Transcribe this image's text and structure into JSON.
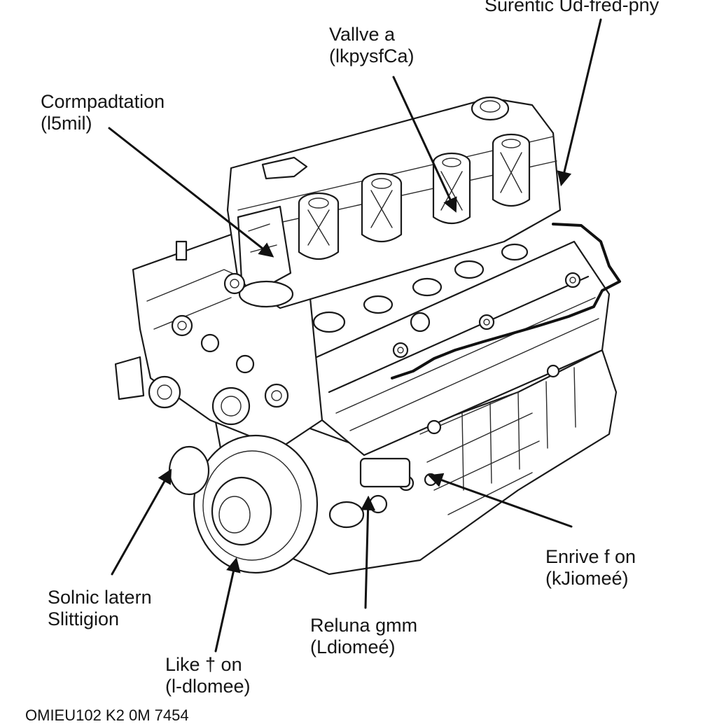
{
  "labels": {
    "top_right": {
      "line1": "Surentic Ud-fred-pny"
    },
    "valve": {
      "line1": "Vallve a",
      "line2": "(lkpysfCa)"
    },
    "compaction": {
      "line1": "Cormpadtation",
      "line2": "(l5mil)"
    },
    "solnic": {
      "line1": "Solnic latern",
      "line2": "Slittigion"
    },
    "like": {
      "line1": "Like † on",
      "line2": "(l-dlomee)"
    },
    "reluna": {
      "line1": "Reluna gmm",
      "line2": "(Ldiomeé)"
    },
    "enrive": {
      "line1": "Enrive f on",
      "line2": "(kJiomeé)"
    }
  },
  "footer": {
    "code": "OMIEU102 K2 0M 7454"
  }
}
